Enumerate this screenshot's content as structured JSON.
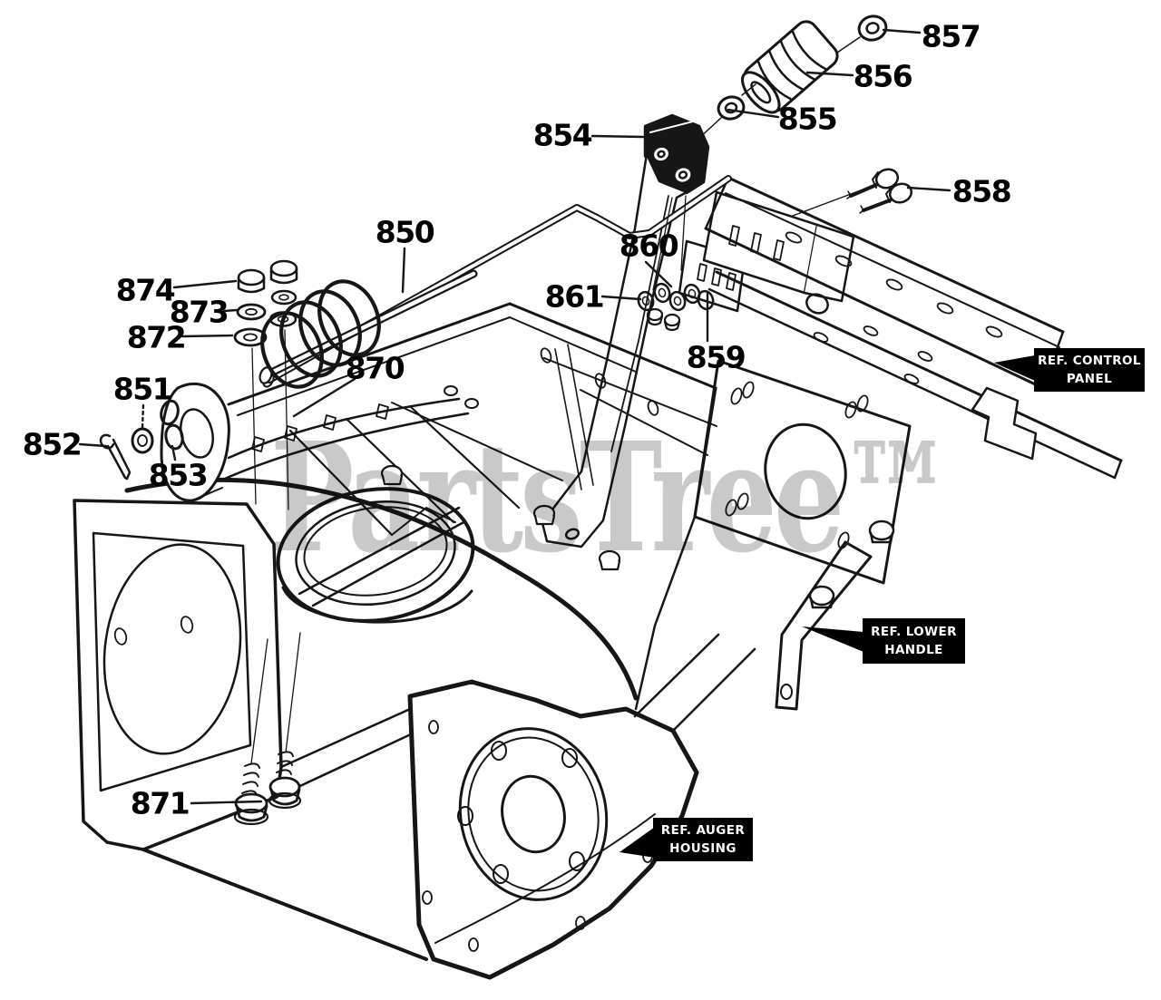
{
  "diagram": {
    "watermark": {
      "text": "PartsTree™",
      "color": "#c9c9c9"
    },
    "callouts": [
      {
        "id": "850",
        "label": "850"
      },
      {
        "id": "851",
        "label": "851"
      },
      {
        "id": "852",
        "label": "852"
      },
      {
        "id": "853",
        "label": "853"
      },
      {
        "id": "854",
        "label": "854"
      },
      {
        "id": "855",
        "label": "855"
      },
      {
        "id": "856",
        "label": "856"
      },
      {
        "id": "857",
        "label": "857"
      },
      {
        "id": "858",
        "label": "858"
      },
      {
        "id": "859",
        "label": "859"
      },
      {
        "id": "860",
        "label": "860"
      },
      {
        "id": "861",
        "label": "861"
      },
      {
        "id": "870",
        "label": "870"
      },
      {
        "id": "871",
        "label": "871"
      },
      {
        "id": "872",
        "label": "872"
      },
      {
        "id": "873",
        "label": "873"
      },
      {
        "id": "874",
        "label": "874"
      }
    ],
    "ref_boxes": [
      {
        "id": "control-panel",
        "line1": "REF. CONTROL",
        "line2": "PANEL"
      },
      {
        "id": "lower-handle",
        "line1": "REF. LOWER",
        "line2": "HANDLE"
      },
      {
        "id": "auger-housing",
        "line1": "REF. AUGER",
        "line2": "HOUSING"
      }
    ],
    "colors": {
      "line": "#161616",
      "background": "#ffffff",
      "ref_bg": "#000000",
      "ref_fg": "#ffffff"
    }
  }
}
